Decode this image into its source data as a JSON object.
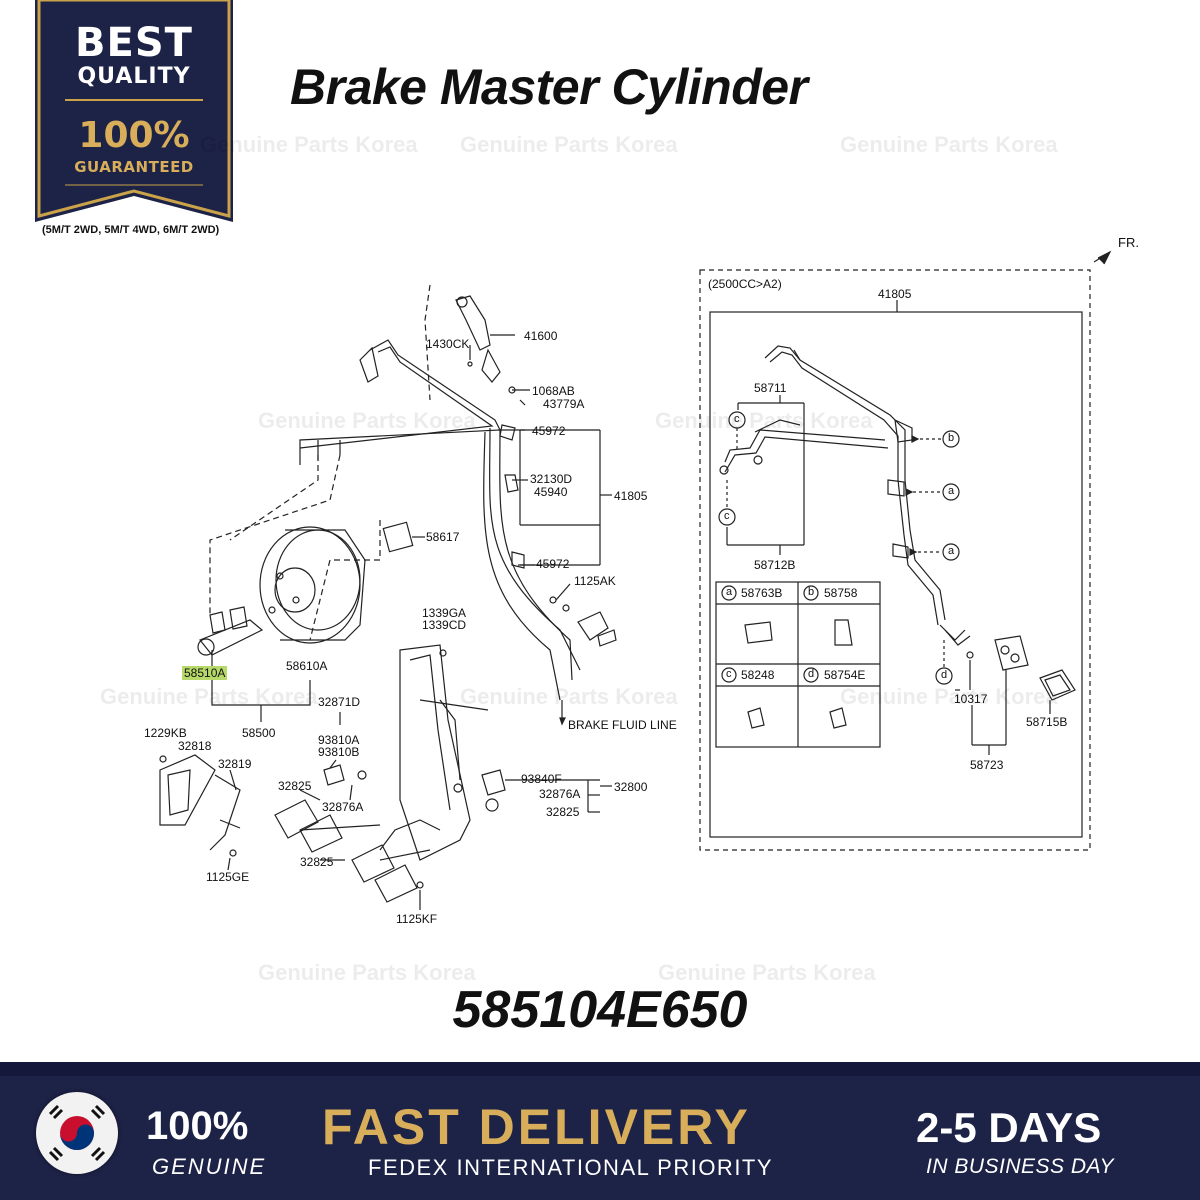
{
  "badge": {
    "line1": "BEST",
    "line2": "QUALITY",
    "line3": "100%",
    "line4": "GUARANTEED",
    "colors": {
      "navy": "#1d2247",
      "gold": "#c9a24a"
    }
  },
  "spec_note": "(5M/T 2WD, 5M/T 4WD, 6M/T 2WD)",
  "title": "Brake Master Cylinder",
  "watermark": "Genuine Parts Korea",
  "diagram": {
    "fr_label": "FR.",
    "variant_label": "(2500CC>A2)",
    "labels": {
      "l41600": "41600",
      "l1430CK": "1430CK",
      "l1068AB": "1068AB",
      "l43779A": "43779A",
      "l45972a": "45972",
      "l32130D": "32130D",
      "l45940": "45940",
      "l41805a": "41805",
      "l45972b": "45972",
      "l58617": "58617",
      "l1125AK": "1125AK",
      "l58510A": "58510A",
      "l58610A": "58610A",
      "l58500": "58500",
      "l1339GA": "1339GA",
      "l1339CD": "1339CD",
      "l32871D": "32871D",
      "l93810A": "93810A",
      "l93810B": "93810B",
      "l1229KB": "1229KB",
      "l32818": "32818",
      "l32819": "32819",
      "l32825a": "32825",
      "l32876Aa": "32876A",
      "l1125GE": "1125GE",
      "l32825b": "32825",
      "l1125KF": "1125KF",
      "l93840F": "93840F",
      "l32876Ab": "32876A",
      "l32825c": "32825",
      "l32800": "32800",
      "brake_fluid_line": "BRAKE FLUID LINE",
      "l41805b": "41805",
      "l58711": "58711",
      "l58712B": "58712B",
      "l58763B": "58763B",
      "l58758": "58758",
      "l58248": "58248",
      "l58754E": "58754E",
      "l10317": "10317",
      "l58715B": "58715B",
      "l58723": "58723",
      "key_a": "a",
      "key_b": "b",
      "key_c": "c",
      "key_d": "d"
    },
    "highlight_color": "#b6d96a"
  },
  "part_number": "585104E650",
  "banner": {
    "genuine_pct": "100%",
    "genuine_text": "GENUINE",
    "fast_delivery": "FAST DELIVERY",
    "fedex": "FEDEX INTERNATIONAL PRIORITY",
    "days": "2-5 DAYS",
    "business_day": "IN BUSINESS DAY",
    "colors": {
      "background": "#1d2247",
      "gold": "#d8ae5a"
    },
    "flag_icon": "korea-flag-icon"
  }
}
